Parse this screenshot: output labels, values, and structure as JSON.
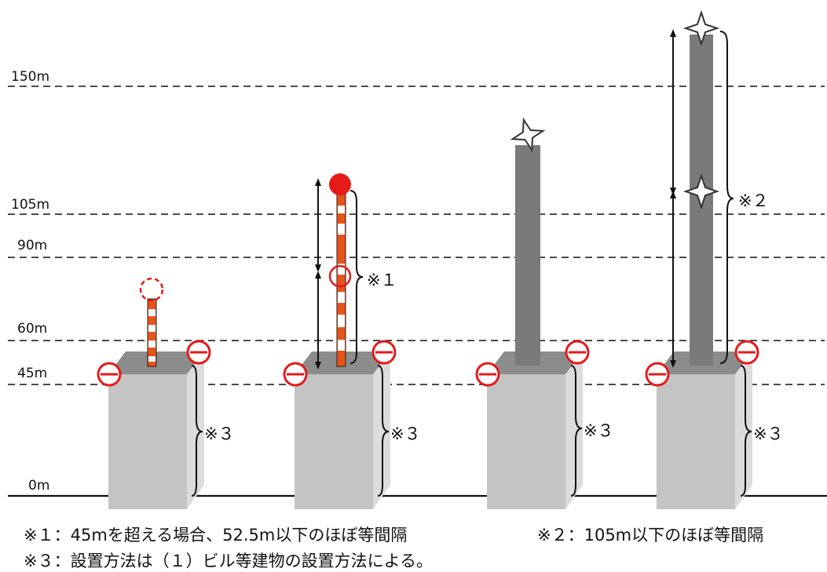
{
  "height_levels": [
    {
      "label": "150m"
    },
    {
      "label": "105m"
    },
    {
      "label": "90m"
    },
    {
      "label": "60m"
    },
    {
      "label": "45m"
    },
    {
      "label": "0m"
    }
  ],
  "markers": {
    "note1": "※１",
    "note2": "※２",
    "note3": "※３"
  },
  "footnotes": {
    "note1": "※１：45mを超える場合、52.5m以下のほぼ等間隔",
    "note2": "※２：105m以下のほぼ等間隔",
    "note3": "※３：設置方法は（１）ビル等建物の設置方法による。"
  },
  "colors": {
    "pole_orange": "#e8531a",
    "red": "#e51a1a",
    "tower_gray": "#7a7a7a",
    "building_front": "#c4c4c4",
    "building_side": "#d9d9d9",
    "building_top": "#8c8c8c"
  }
}
